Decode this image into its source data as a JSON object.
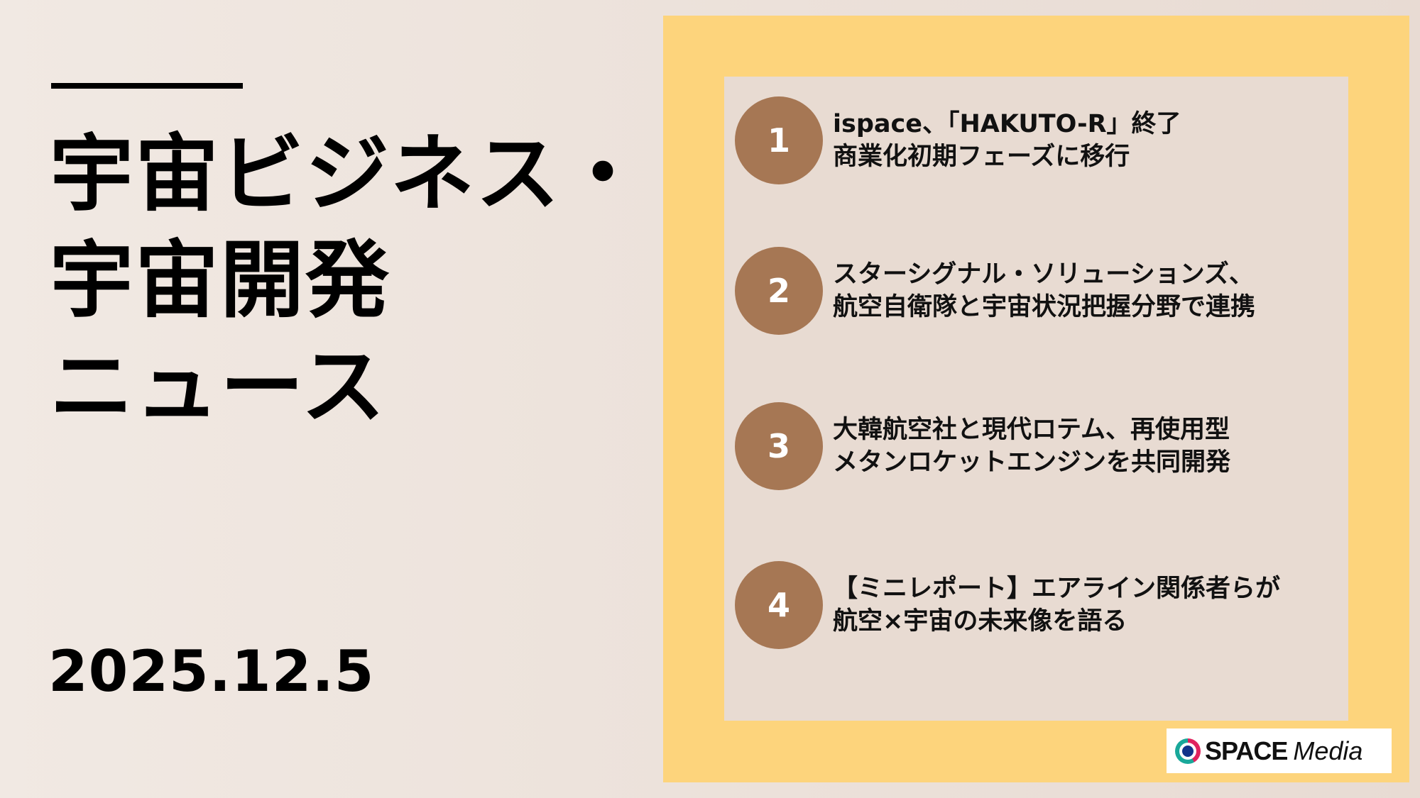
{
  "header": {
    "title_lines": [
      "宇宙ビジネス・",
      "宇宙開発",
      "ニュース"
    ],
    "date": "2025.12.5"
  },
  "news": [
    {
      "number": "1",
      "lines": [
        "ispace、「HAKUTO-R」終了",
        "商業化初期フェーズに移行"
      ]
    },
    {
      "number": "2",
      "lines": [
        "スターシグナル・ソリューションズ、",
        "航空自衛隊と宇宙状況把握分野で連携"
      ]
    },
    {
      "number": "3",
      "lines": [
        "大韓航空社と現代ロテム、再使用型",
        "メタンロケットエンジンを共同開発"
      ]
    },
    {
      "number": "4",
      "lines": [
        "【ミニレポート】エアライン関係者らが",
        "航空×宇宙の未来像を語る"
      ]
    }
  ],
  "logo": {
    "brand_bold": "SPACE",
    "brand_light": "Media",
    "icon": "space-media-ring-icon"
  },
  "colors": {
    "background": "#efe6df",
    "frame": "#fdd47c",
    "panel": "#e8dbd2",
    "circle": "#a67754",
    "text": "#000000"
  }
}
